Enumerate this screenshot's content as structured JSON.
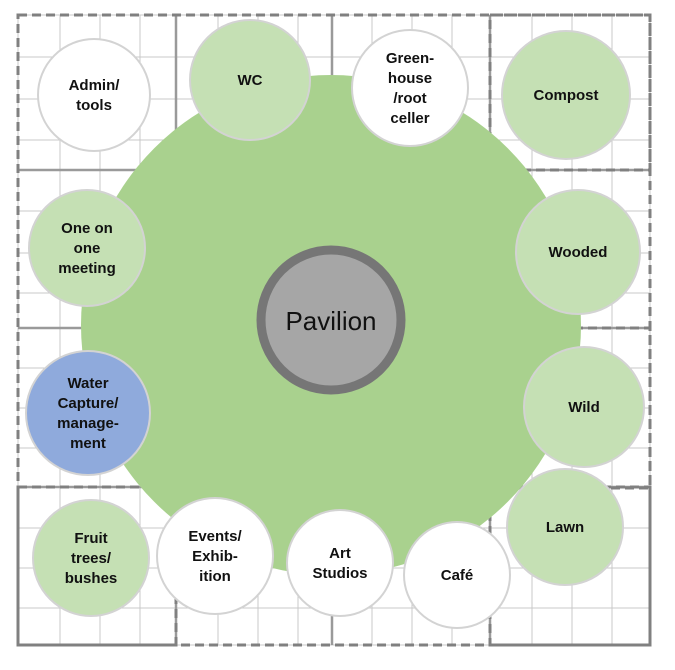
{
  "center": {
    "label": "Pavilion"
  },
  "zones": [
    {
      "id": "admin-tools",
      "lines": [
        "Admin/",
        "tools"
      ],
      "style": "white"
    },
    {
      "id": "wc",
      "lines": [
        "WC"
      ],
      "style": "green"
    },
    {
      "id": "greenhouse",
      "lines": [
        "Green-",
        "house",
        "/root",
        "celler"
      ],
      "style": "white"
    },
    {
      "id": "compost",
      "lines": [
        "Compost"
      ],
      "style": "green"
    },
    {
      "id": "one-on-one",
      "lines": [
        "One on",
        "one",
        "meeting"
      ],
      "style": "green"
    },
    {
      "id": "wooded",
      "lines": [
        "Wooded"
      ],
      "style": "green"
    },
    {
      "id": "water",
      "lines": [
        "Water",
        "Capture/",
        "manage-",
        "ment"
      ],
      "style": "blue"
    },
    {
      "id": "wild",
      "lines": [
        "Wild"
      ],
      "style": "green"
    },
    {
      "id": "lawn",
      "lines": [
        "Lawn"
      ],
      "style": "green"
    },
    {
      "id": "fruit",
      "lines": [
        "Fruit",
        "trees/",
        "bushes"
      ],
      "style": "green"
    },
    {
      "id": "events",
      "lines": [
        "Events/",
        "Exhib-",
        "ition"
      ],
      "style": "white"
    },
    {
      "id": "art-studios",
      "lines": [
        "Art",
        "Studios"
      ],
      "style": "white"
    },
    {
      "id": "cafe",
      "lines": [
        "Café"
      ],
      "style": "white"
    }
  ],
  "colors": {
    "big_circle": "#a9d18e",
    "zone_green": "#c5e0b4",
    "zone_white": "#ffffff",
    "zone_blue": "#8faadc",
    "zone_stroke": "#d3d3d3",
    "pavilion_fill": "#a6a6a6",
    "pavilion_ring": "#767676",
    "grid": "#c8c8c8",
    "dashed": "#808080"
  }
}
